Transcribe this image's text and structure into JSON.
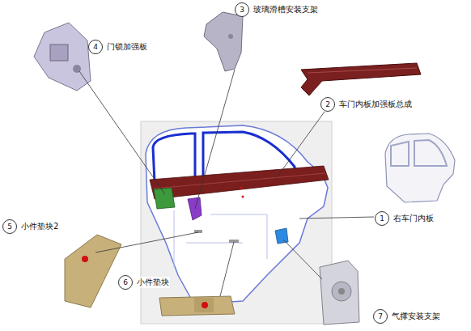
{
  "diagram": {
    "nodes": [
      {
        "text": [
          "3",
          "玻璃滑槽安装支架"
        ]
      },
      {
        "text": [
          "4",
          "门锁加强板"
        ]
      },
      {
        "text": [
          "2",
          "车门内板加强板总成"
        ]
      },
      {
        "text": [
          "1",
          "右车门内板"
        ]
      },
      {
        "text": [
          "5",
          "小件垫块2"
        ]
      },
      {
        "text": [
          "6",
          "小件垫块"
        ]
      },
      {
        "text": [
          "7",
          "气撑安装支架"
        ]
      }
    ]
  }
}
